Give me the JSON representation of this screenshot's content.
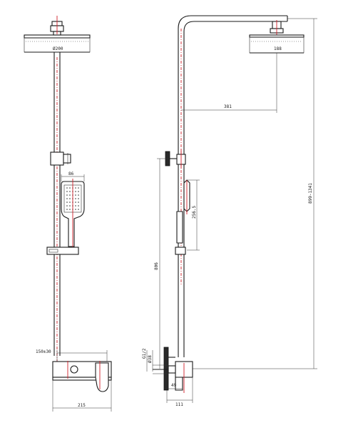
{
  "dimensions": {
    "front_head_width": "Ø200",
    "side_head_width": "188",
    "handset_width": "86",
    "outlet_spacing": "150±30",
    "base_width": "215",
    "arm_projection": "381",
    "total_height": "899-1341",
    "slider_height": "256.5",
    "bracket_height": "806",
    "inlet_g": "G1/2",
    "inlet_offset": "Ø38",
    "base_depth": "111",
    "side_small": "49"
  }
}
